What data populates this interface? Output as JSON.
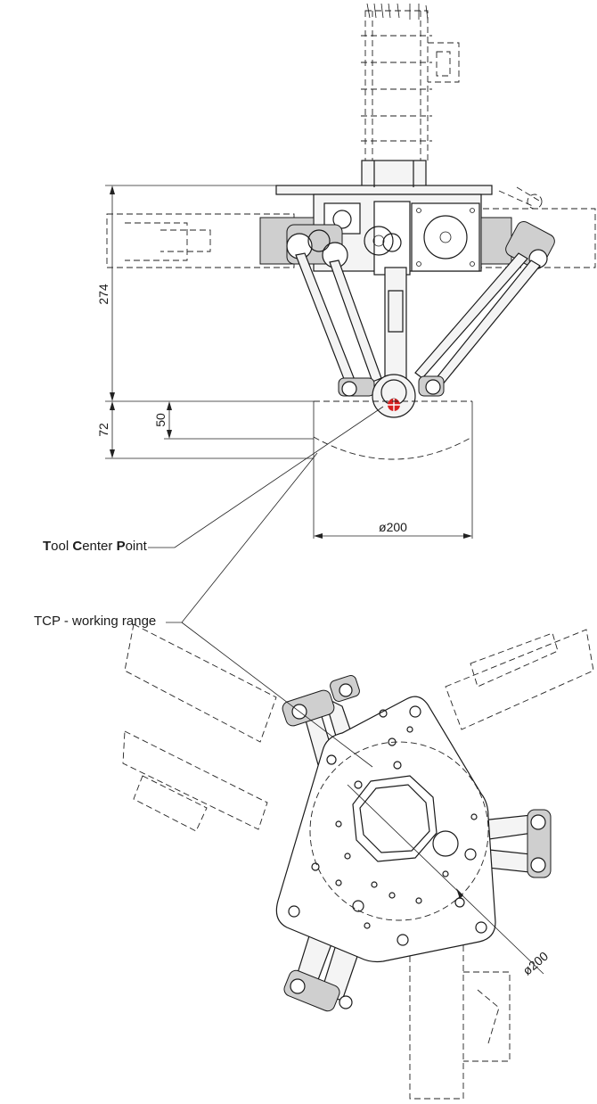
{
  "dimensions": {
    "height_274": "274",
    "height_72": "72",
    "height_50": "50",
    "diameter_side": "ø200",
    "diameter_top": "ø200"
  },
  "labels": {
    "tcp": {
      "letter_t": "T",
      "rest_t": "ool ",
      "letter_c": "C",
      "rest_c": "enter ",
      "letter_p": "P",
      "rest_p": "oint"
    },
    "working_range": "TCP - working range"
  },
  "colors": {
    "line": "#1a1a1a",
    "tcp_marker": "#d62020"
  }
}
